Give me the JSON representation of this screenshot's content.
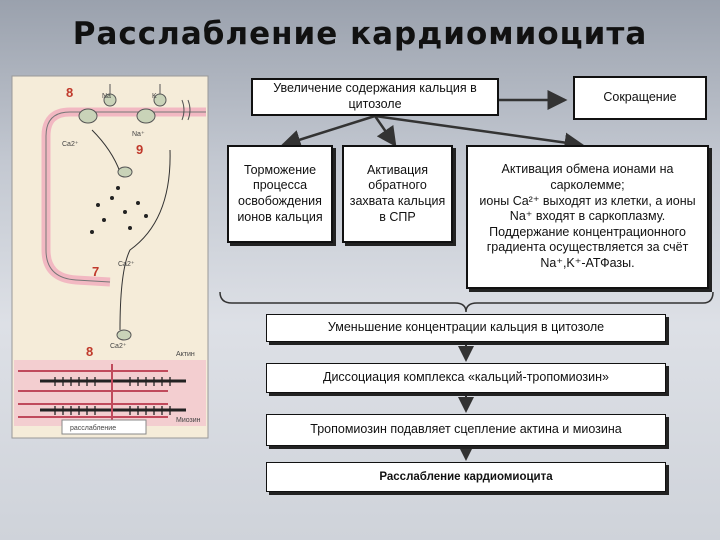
{
  "title": "Расслабление кардиомиоцита",
  "boxes": {
    "increase": "Увеличение содержания кальция в цитозоле",
    "contraction": "Сокращение",
    "inhibition": "Торможение процесса освобождения ионов кальция",
    "activation_spr": "Активация обратного захвата кальция в СПР",
    "exchange_p1": "Активация обмена ионами на сарколемме;",
    "exchange_p2": "ионы Ca²⁺ выходят из клетки, а ионы Na⁺ входят в саркоплазму. Поддержание концентрационного градиента осуществляется за счёт Na⁺,K⁺-АТФазы.",
    "decrease": "Уменьшение концентрации кальция в цитозоле",
    "dissociation": "Диссоциация комплекса «кальций-тропомиозин»",
    "tropomyosin": "Тропомиозин подавляет сцепление актина и миозина",
    "relaxation": "Расслабление кардиомиоцита"
  },
  "illustration": {
    "numbers": [
      "8",
      "9",
      "7",
      "8"
    ],
    "labels": [
      "Na",
      "K",
      "Na⁺",
      "Ca2⁺",
      "Ca2⁺",
      "Ca2⁺",
      "Актин",
      "Миозин",
      "расслабление"
    ]
  },
  "colors": {
    "border": "#111111",
    "arrow": "#333333",
    "number_red": "#c0392b",
    "membrane": "#f2b8c2"
  }
}
